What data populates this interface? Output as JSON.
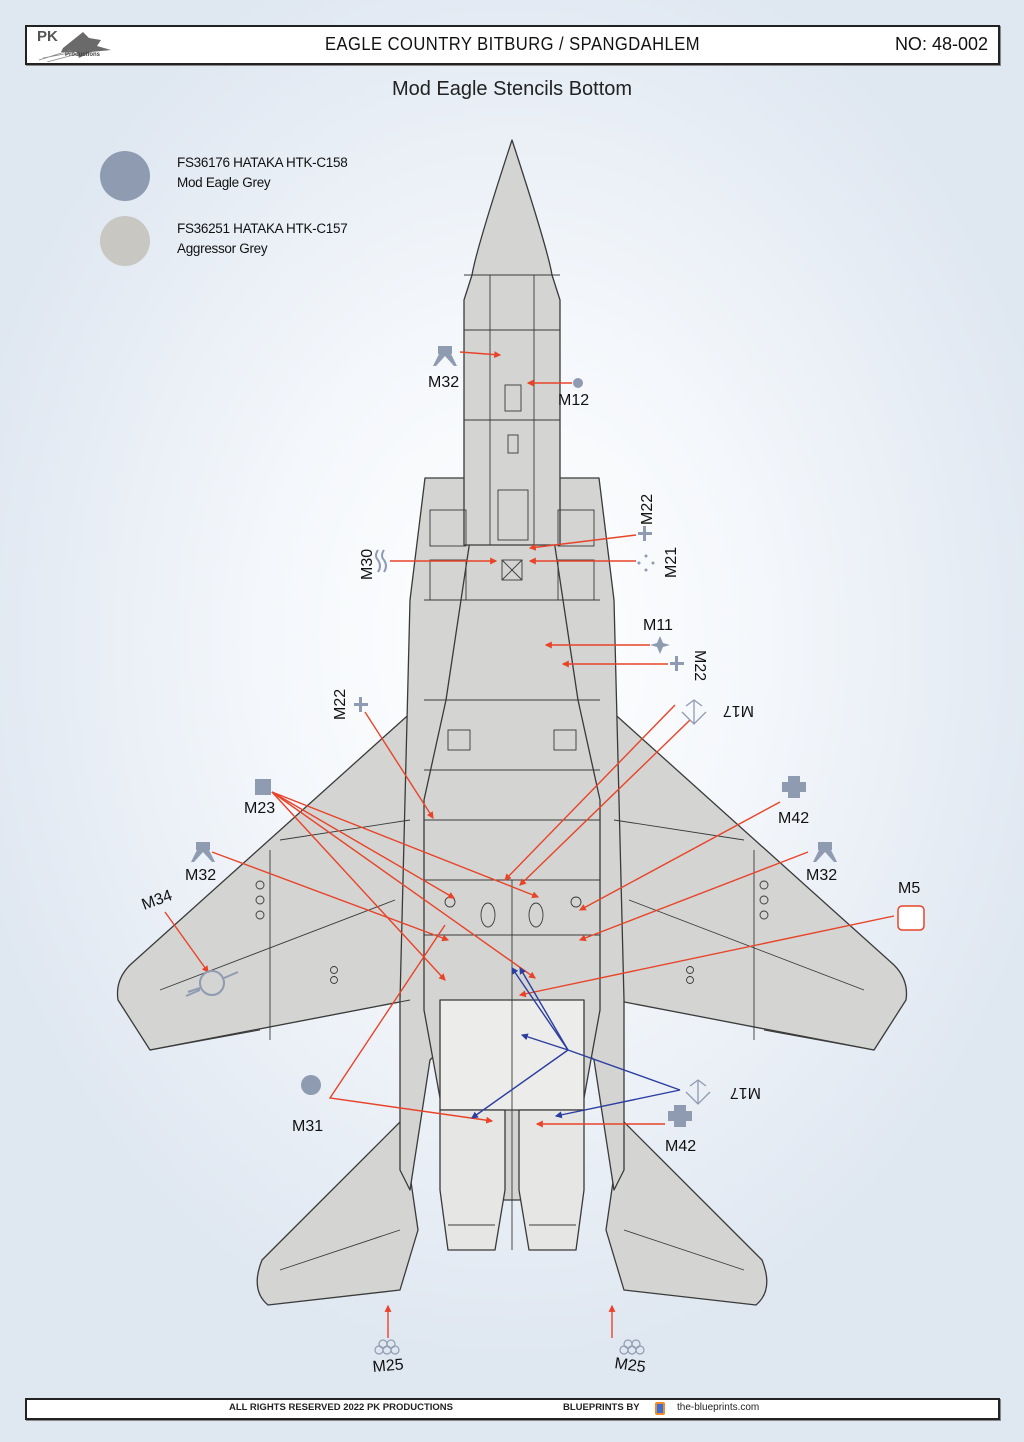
{
  "header": {
    "logo_text": "PK",
    "logo_sub": "Productions",
    "title": "EAGLE COUNTRY BITBURG / SPANGDAHLEM",
    "doc_number": "NO: 48-002"
  },
  "subtitle": "Mod Eagle Stencils Bottom",
  "legend": [
    {
      "code": "FS36176 HATAKA HTK-C158",
      "name": "Mod Eagle Grey",
      "color": "#8f9bb1"
    },
    {
      "code": "FS36251 HATAKA HTK-C157",
      "name": "Aggressor Grey",
      "color": "#c8c7c2"
    }
  ],
  "colors": {
    "airframe": "#d4d4d2",
    "airframe_light": "#ececea",
    "outline": "#3a3a3a",
    "leader_red": "#e8442a",
    "leader_blue": "#2b3ea0",
    "stencil": "#8f9bb1"
  },
  "callouts": {
    "m32_nose": "M32",
    "m12": "M12",
    "m22_upper": "M22",
    "m21": "M21",
    "m30": "M30",
    "m11": "M11",
    "m22_right": "M22",
    "m17_upper": "M17",
    "m22_left": "M22",
    "m23": "M23",
    "m42_upper": "M42",
    "m32_left": "M32",
    "m32_right": "M32",
    "m5": "M5",
    "m34": "M34",
    "m31": "M31",
    "m17_lower": "M17",
    "m42_lower": "M42",
    "m25_left": "M25",
    "m25_right": "M25"
  },
  "footer": {
    "rights": "ALL RIGHTS RESERVED 2022 PK PRODUCTIONS",
    "blueprints_by": "BLUEPRINTS BY",
    "url": "the-blueprints.com"
  }
}
